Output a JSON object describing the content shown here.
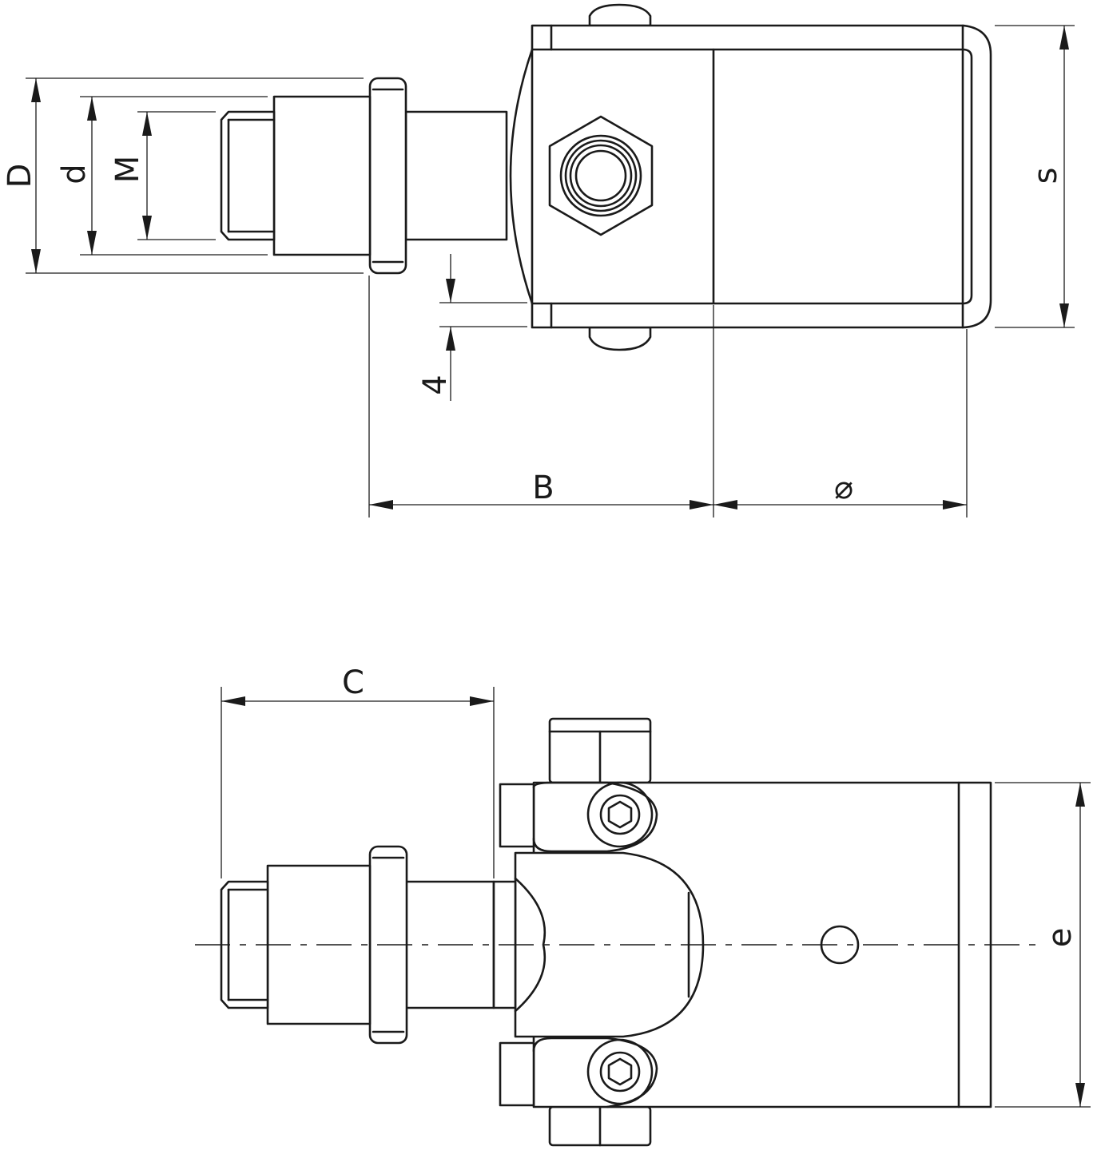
{
  "labels": {
    "D": "D",
    "d": "d",
    "M": "M",
    "s": "s",
    "four": "4",
    "B": "B",
    "diameter": "⌀",
    "C": "C",
    "e": "e"
  },
  "colors": {
    "line": "#1a1a1a",
    "background": "#ffffff"
  }
}
